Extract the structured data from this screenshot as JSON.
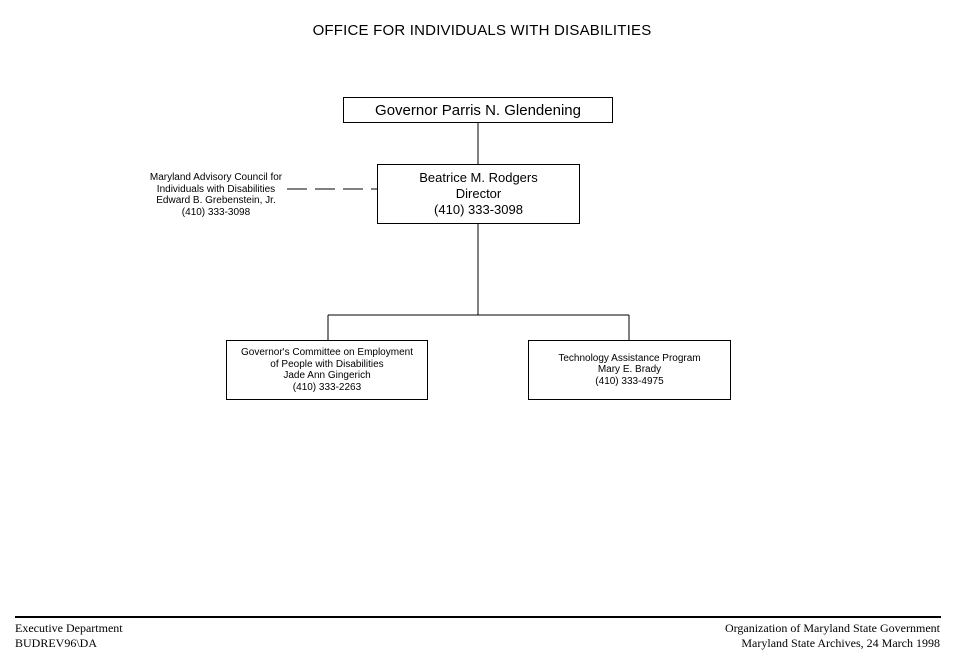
{
  "title": "OFFICE FOR INDIVIDUALS WITH DISABILITIES",
  "governor": {
    "name": "Governor Parris N. Glendening"
  },
  "director": {
    "name": "Beatrice M. Rodgers",
    "title": "Director",
    "phone": "(410) 333-3098"
  },
  "advisory_council": {
    "line1": "Maryland Advisory Council for",
    "line2": "Individuals with Disabilities",
    "head": "Edward B. Grebenstein, Jr.",
    "phone": "(410) 333-3098"
  },
  "units": [
    {
      "line1": "Governor's Committee on Employment",
      "line2": "of People with Disabilities",
      "head": "Jade Ann Gingerich",
      "phone": "(410) 333-2263"
    },
    {
      "line1": "Technology Assistance Program",
      "head": "Mary E. Brady",
      "phone": "(410) 333-4975"
    }
  ],
  "footer": {
    "left_line1": "Executive Department",
    "left_line2": "BUDREV96\\DA",
    "right_line1": "Organization of Maryland State Government",
    "right_line2": "Maryland State Archives, 24 March 1998"
  }
}
